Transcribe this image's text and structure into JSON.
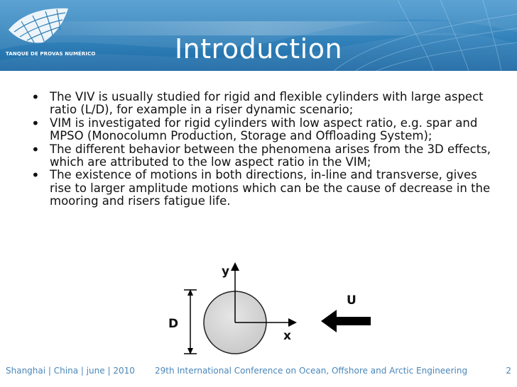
{
  "slide": {
    "title": "Introduction",
    "logo_text": "TANQUE DE PROVAS NUMÉRICO"
  },
  "bullets": [
    "The VIV is usually studied for rigid and flexible cylinders with large aspect ratio (L/D), for example in a riser dynamic scenario;",
    "VIM is investigated for rigid cylinders with low aspect ratio, e.g. spar and MPSO (Monocolumn Production, Storage and Offloading System);",
    "The different behavior between the phenomena arises from the 3D effects, which are attributed to the low aspect ratio in the VIM;",
    "The existence of motions in both directions, in-line and transverse, gives rise to larger amplitude motions which can be the cause of decrease in the mooring and risers fatigue life."
  ],
  "diagram": {
    "y_label": "y",
    "x_label": "x",
    "d_label": "D",
    "u_label": "U"
  },
  "footer": {
    "left": "Shanghai | China | june | 2010",
    "center": "29th International Conference on Ocean, Offshore and Arctic Engineering",
    "page": "2"
  },
  "colors": {
    "header_blue": "#2f7fb8",
    "header_light": "#7fb9de",
    "footer_text": "#4a86b8"
  }
}
